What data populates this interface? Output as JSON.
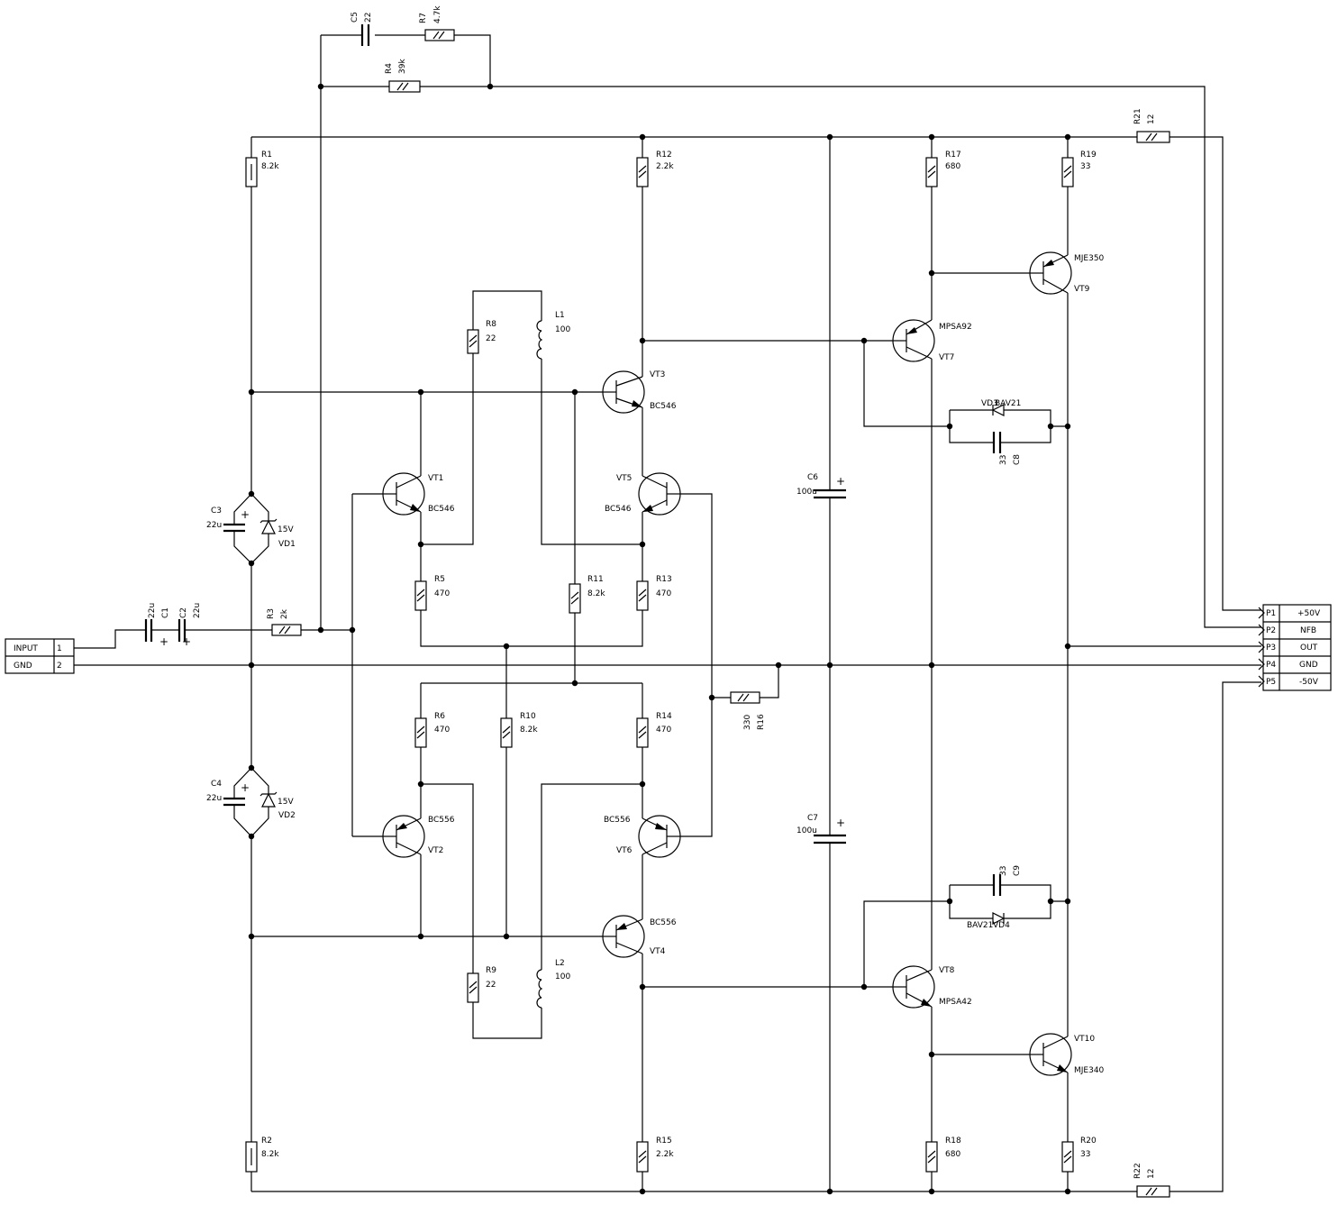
{
  "connector_in": {
    "pins": [
      {
        "num": "1",
        "name": "INPUT"
      },
      {
        "num": "2",
        "name": "GND"
      }
    ]
  },
  "connector_out": {
    "pins": [
      {
        "ref": "P1",
        "name": "+50V"
      },
      {
        "ref": "P2",
        "name": "NFB"
      },
      {
        "ref": "P3",
        "name": "OUT"
      },
      {
        "ref": "P4",
        "name": "GND"
      },
      {
        "ref": "P5",
        "name": "-50V"
      }
    ]
  },
  "resistors": {
    "R1": {
      "ref": "R1",
      "value": "8.2k"
    },
    "R2": {
      "ref": "R2",
      "value": "8.2k"
    },
    "R3": {
      "ref": "R3",
      "value": "2k"
    },
    "R4": {
      "ref": "R4",
      "value": "39k"
    },
    "R5": {
      "ref": "R5",
      "value": "470"
    },
    "R6": {
      "ref": "R6",
      "value": "470"
    },
    "R7": {
      "ref": "R7",
      "value": "4.7k"
    },
    "R8": {
      "ref": "R8",
      "value": "22"
    },
    "R9": {
      "ref": "R9",
      "value": "22"
    },
    "R10": {
      "ref": "R10",
      "value": "8.2k"
    },
    "R11": {
      "ref": "R11",
      "value": "8.2k"
    },
    "R12": {
      "ref": "R12",
      "value": "2.2k"
    },
    "R13": {
      "ref": "R13",
      "value": "470"
    },
    "R14": {
      "ref": "R14",
      "value": "470"
    },
    "R15": {
      "ref": "R15",
      "value": "2.2k"
    },
    "R16": {
      "ref": "R16",
      "value": "330"
    },
    "R17": {
      "ref": "R17",
      "value": "680"
    },
    "R18": {
      "ref": "R18",
      "value": "680"
    },
    "R19": {
      "ref": "R19",
      "value": "33"
    },
    "R20": {
      "ref": "R20",
      "value": "33"
    },
    "R21": {
      "ref": "R21",
      "value": "12"
    },
    "R22": {
      "ref": "R22",
      "value": "12"
    }
  },
  "capacitors": {
    "C1": {
      "ref": "C1",
      "value": "22u"
    },
    "C2": {
      "ref": "C2",
      "value": "22u"
    },
    "C3": {
      "ref": "C3",
      "value": "22u"
    },
    "C4": {
      "ref": "C4",
      "value": "22u"
    },
    "C5": {
      "ref": "C5",
      "value": "22"
    },
    "C6": {
      "ref": "C6",
      "value": "100u"
    },
    "C7": {
      "ref": "C7",
      "value": "100u"
    },
    "C8": {
      "ref": "C8",
      "value": "33"
    },
    "C9": {
      "ref": "C9",
      "value": "33"
    }
  },
  "inductors": {
    "L1": {
      "ref": "L1",
      "value": "100"
    },
    "L2": {
      "ref": "L2",
      "value": "100"
    }
  },
  "diodes": {
    "VD1": {
      "ref": "VD1",
      "value": "15V"
    },
    "VD2": {
      "ref": "VD2",
      "value": "15V"
    },
    "VD3": {
      "ref": "VD3",
      "value": "BAV21"
    },
    "VD4": {
      "ref": "VD4",
      "value": "BAV21"
    }
  },
  "transistors": {
    "VT1": {
      "ref": "VT1",
      "part": "BC546"
    },
    "VT2": {
      "ref": "VT2",
      "part": "BC556"
    },
    "VT3": {
      "ref": "VT3",
      "part": "BC546"
    },
    "VT4": {
      "ref": "VT4",
      "part": "BC556"
    },
    "VT5": {
      "ref": "VT5",
      "part": "BC546"
    },
    "VT6": {
      "ref": "VT6",
      "part": "BC556"
    },
    "VT7": {
      "ref": "VT7",
      "part": "MPSA92"
    },
    "VT8": {
      "ref": "VT8",
      "part": "MPSA42"
    },
    "VT9": {
      "ref": "VT9",
      "part": "MJE350"
    },
    "VT10": {
      "ref": "VT10",
      "part": "MJE340"
    }
  },
  "symbols": {
    "polarity_plus": "+",
    "resistor_mark": "//"
  }
}
